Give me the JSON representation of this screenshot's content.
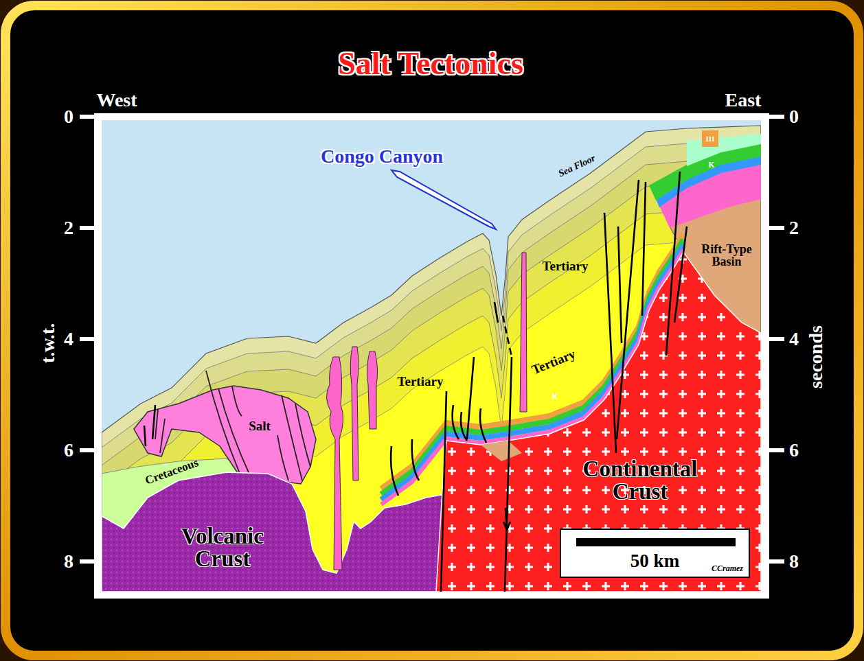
{
  "diagram": {
    "title": "Salt Tectonics",
    "nodes": [
      {
        "text": [
          "50 km",
          "CCramez"
        ]
      }
    ],
    "labels": [
      "West",
      "East",
      "0",
      "2",
      "4",
      "6",
      "8",
      "0",
      "2",
      "4",
      "6",
      "8",
      "t.w.t.",
      "seconds",
      "Congo Canyon",
      "Sea Floor",
      "Tertiary",
      "Tertiary",
      "Tertiary",
      "Salt",
      "Cretaceous",
      "Volcanic Crust",
      "Continental Crust",
      "Rift-Type Basin",
      "K",
      "K",
      "III"
    ]
  }
}
